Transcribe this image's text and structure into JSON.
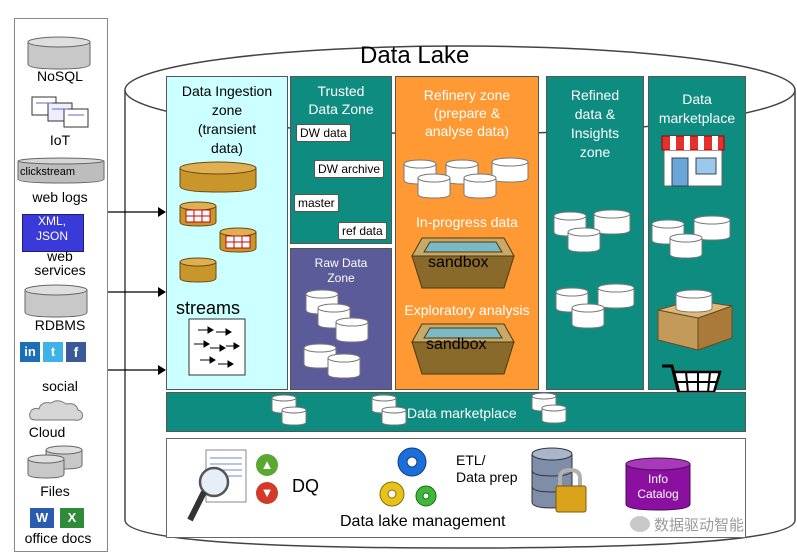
{
  "title": "Data Lake",
  "sources": {
    "nosql": "NoSQL",
    "iot": "IoT",
    "clickstream": "clickstream",
    "weblogs": "web logs",
    "xml_json": "XML,\nJSON",
    "webservices": "web\nservices",
    "rdbms": "RDBMS",
    "social": "social",
    "cloud": "Cloud",
    "files": "Files",
    "office": "office docs"
  },
  "zones": {
    "ingestion": {
      "title": "Data Ingestion\nzone\n(transient\ndata)",
      "streams": "streams"
    },
    "trusted": {
      "title": "Trusted\nData Zone",
      "tags": [
        "DW data",
        "DW archive",
        "master",
        "ref data"
      ]
    },
    "raw": {
      "title": "Raw Data\nZone"
    },
    "refinery": {
      "title": "Refinery zone\n(prepare &\nanalyse data)",
      "inprogress": "In-progress data",
      "sandbox1": "sandbox",
      "exploratory": "Exploratory analysis",
      "sandbox2": "sandbox"
    },
    "refined": {
      "title": "Refined\ndata &\nInsights\nzone"
    },
    "marketplace": {
      "title": "Data\nmarketplace"
    }
  },
  "bottom_bar": "Data marketplace",
  "management": {
    "dq": "DQ",
    "etl": "ETL/\nData prep",
    "info_catalog": "Info\nCatalog",
    "title": "Data lake management"
  },
  "watermark": "数据驱动智能",
  "colors": {
    "ingestion": "#ccffff",
    "trusted": "#0e8c80",
    "raw": "#5b5b9a",
    "refinery": "#ff9933",
    "refined": "#0e8c80",
    "marketplace": "#0e8c80",
    "bar": "#0e8c80",
    "catalog": "#8b10a0"
  }
}
